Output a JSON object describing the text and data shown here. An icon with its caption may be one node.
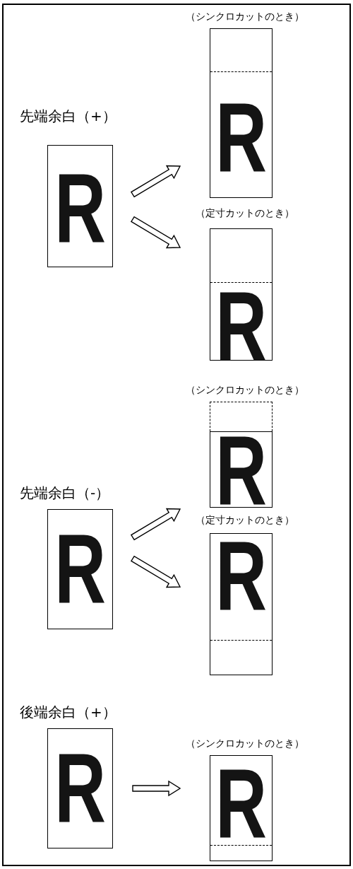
{
  "diagram": {
    "nodes": [
      {
        "text": [
          "先端余白（+）",
          "R"
        ]
      },
      {
        "text": [
          "（シンクロカットのとき）",
          "R"
        ]
      },
      {
        "text": [
          "（定寸カットのとき）",
          "R"
        ]
      },
      {
        "text": [
          "先端余白（-）",
          "R"
        ]
      },
      {
        "text": [
          "（シンクロカットのとき）",
          "R"
        ]
      },
      {
        "text": [
          "（定寸カットのとき）",
          "R"
        ]
      },
      {
        "text": [
          "後端余白（+）",
          "R"
        ]
      },
      {
        "text": [
          "（シンクロカットのとき）",
          "R"
        ]
      }
    ],
    "edges": [
      {
        "from": 0,
        "to": 1,
        "arrow": "to"
      },
      {
        "from": 0,
        "to": 2,
        "arrow": "to"
      },
      {
        "from": 3,
        "to": 4,
        "arrow": "to"
      },
      {
        "from": 3,
        "to": 5,
        "arrow": "to"
      },
      {
        "from": 6,
        "to": 7,
        "arrow": "to"
      }
    ]
  }
}
